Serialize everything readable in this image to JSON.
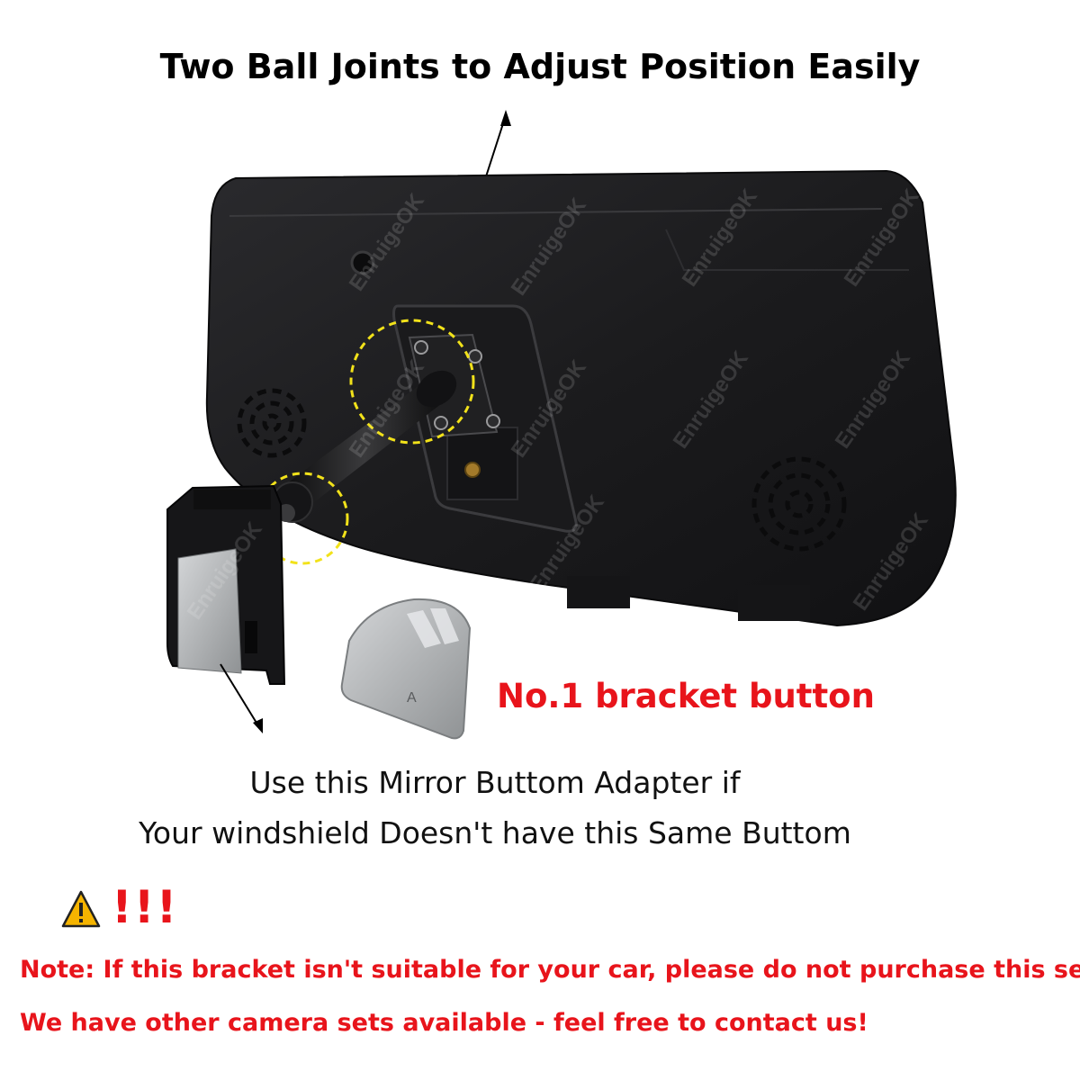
{
  "headline": "Two Ball Joints to Adjust Position Easily",
  "bracket_label": "No.1 bracket button",
  "adapter_caption": {
    "line1": "Use this Mirror Buttom Adapter if",
    "line2": "Your windshield Doesn't have this Same Buttom"
  },
  "button_letter": "A",
  "watermark": "EnruigeOK",
  "warning": {
    "marks": "!!!",
    "note": "Note: If this bracket isn't suitable for your car, please do not purchase this set.",
    "contact": "We have other camera sets available - feel free to contact us!"
  },
  "colors": {
    "red": "#e8141b",
    "monitor_body": "#1d1d1f",
    "joint_highlight": "#f2e21a",
    "warning_yellow": "#f5b400",
    "button_metal": "#b9bcbe"
  }
}
